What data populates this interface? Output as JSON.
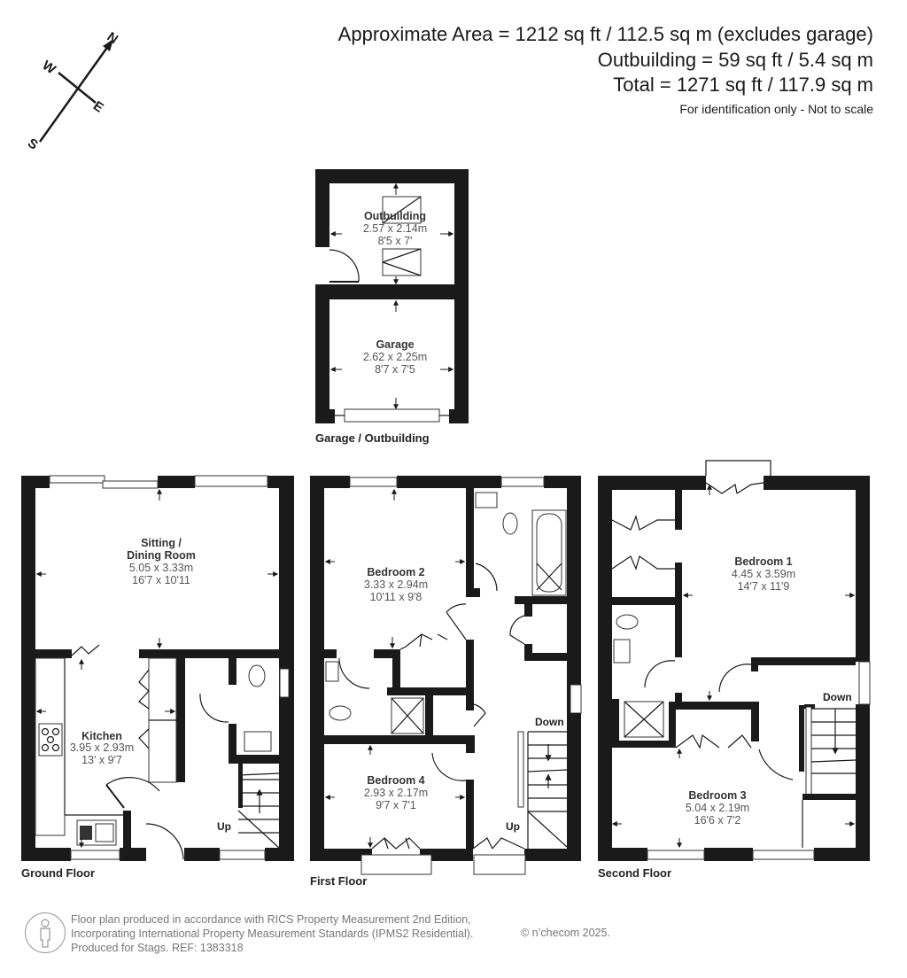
{
  "header": {
    "approx_area": "Approximate Area = 1212 sq ft / 112.5 sq m (excludes garage)",
    "outbuilding": "Outbuilding = 59 sq ft / 5.4 sq m",
    "total": "Total = 1271 sq ft / 117.9 sq m",
    "disclaimer": "For identification only - Not to scale"
  },
  "compass": {
    "n": "N",
    "s": "S",
    "e": "E",
    "w": "W"
  },
  "floors": {
    "garage_outbuilding": {
      "label": "Garage / Outbuilding",
      "rooms": [
        {
          "name": "Outbuilding",
          "metric": "2.57 x 2.14m",
          "imperial": "8'5 x 7'"
        },
        {
          "name": "Garage",
          "metric": "2.62 x 2.25m",
          "imperial": "8'7 x 7'5"
        }
      ]
    },
    "ground": {
      "label": "Ground Floor",
      "rooms": [
        {
          "name": "Sitting /",
          "name2": "Dining Room",
          "metric": "5.05 x 3.33m",
          "imperial": "16'7 x 10'11"
        },
        {
          "name": "Kitchen",
          "metric": "3.95 x 2.93m",
          "imperial": "13' x 9'7"
        }
      ],
      "stairs": "Up"
    },
    "first": {
      "label": "First Floor",
      "rooms": [
        {
          "name": "Bedroom 2",
          "metric": "3.33 x 2.94m",
          "imperial": "10'11 x 9'8"
        },
        {
          "name": "Bedroom 4",
          "metric": "2.93 x 2.17m",
          "imperial": "9'7 x 7'1"
        }
      ],
      "stairs_down": "Down",
      "stairs_up": "Up"
    },
    "second": {
      "label": "Second Floor",
      "rooms": [
        {
          "name": "Bedroom 1",
          "metric": "4.45 x 3.59m",
          "imperial": "14'7 x 11'9"
        },
        {
          "name": "Bedroom 3",
          "metric": "5.04 x 2.19m",
          "imperial": "16'6 x 7'2"
        }
      ],
      "stairs_down": "Down"
    }
  },
  "footer": {
    "line1": "Floor plan produced in accordance with RICS Property Measurement 2nd Edition,",
    "line2": "Incorporating International Property Measurement Standards (IPMS2 Residential).",
    "line3": "Produced for Stags.   REF: 1383318",
    "copyright": "© n’checom 2025."
  }
}
